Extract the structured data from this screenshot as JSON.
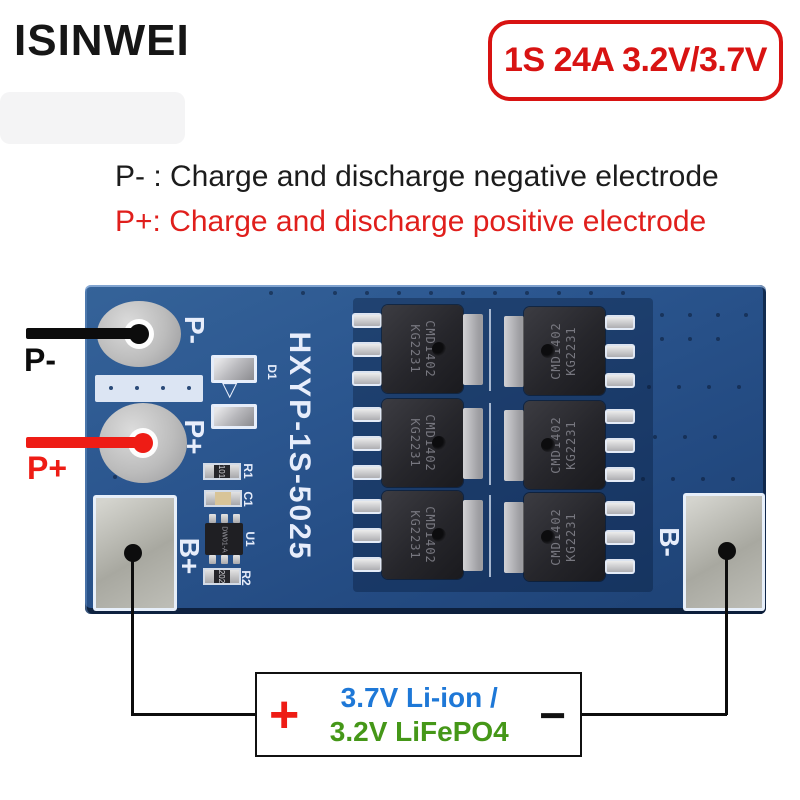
{
  "brand": "ISINWEI",
  "badge": {
    "label": "1S 24A 3.2V/3.7V"
  },
  "annotations": {
    "negative": "P- : Charge and discharge negative electrode",
    "positive": "P+: Charge and discharge positive electrode"
  },
  "wires": {
    "negative": "P-",
    "positive": "P+"
  },
  "board": {
    "model": "HXYP-1S-5025",
    "silkscreen": {
      "p_minus": "P-",
      "p_plus": "P+",
      "b_plus": "B+",
      "b_minus": "B-",
      "d1": "D1",
      "r1": "R1",
      "c1": "C1",
      "u1": "U1",
      "r2": "R2"
    },
    "markings": {
      "mosfet_line1": "CMD1402",
      "mosfet_line2": "KG2231",
      "u1": "DW01-A",
      "r1": "101",
      "r2": "202",
      "diode_symbol": "▽"
    }
  },
  "battery": {
    "plus": "+",
    "minus": "−",
    "chem_line1": "3.7V Li-ion /",
    "chem_line2": "3.2V LiFePO4"
  },
  "colors": {
    "badge_red": "#d81312",
    "ann_red": "#e01f1c",
    "wire_red": "#ee1c15",
    "li_blue": "#1e78d7",
    "life_green": "#459718"
  }
}
